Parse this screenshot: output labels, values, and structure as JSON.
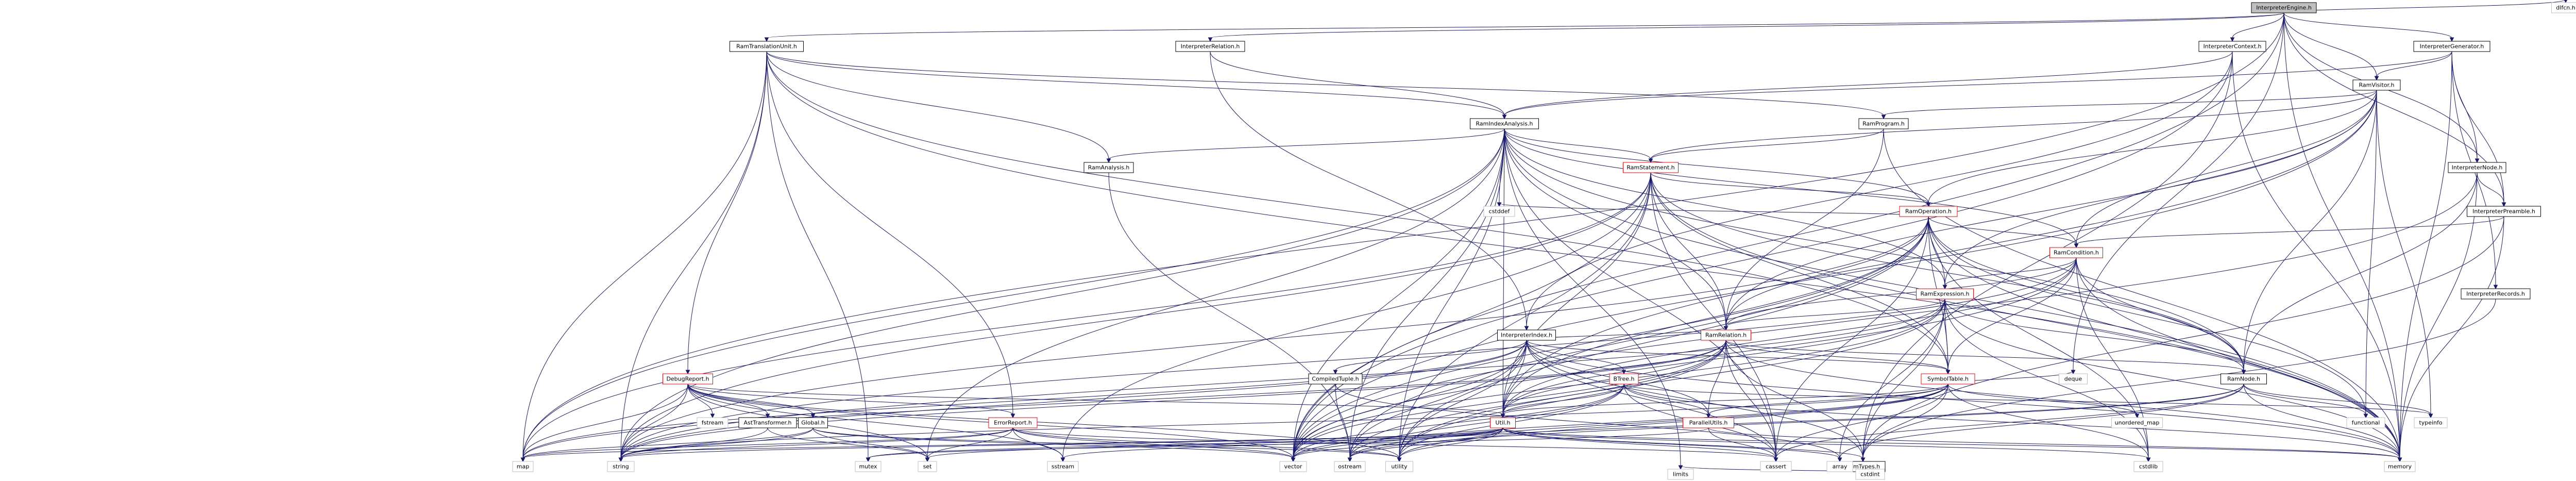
{
  "graph": {
    "nodes": [
      {
        "id": "root",
        "label": "InterpreterEngine.h",
        "kind": "root"
      },
      {
        "id": "ram_translation_unit",
        "label": "RamTranslationUnit.h",
        "kind": "internal"
      },
      {
        "id": "interpreter_relation",
        "label": "InterpreterRelation.h",
        "kind": "internal"
      },
      {
        "id": "interpreter_context",
        "label": "InterpreterContext.h",
        "kind": "internal"
      },
      {
        "id": "interpreter_generator",
        "label": "InterpreterGenerator.h",
        "kind": "internal"
      },
      {
        "id": "ram_visitor",
        "label": "RamVisitor.h",
        "kind": "internal"
      },
      {
        "id": "ram_index_analysis",
        "label": "RamIndexAnalysis.h",
        "kind": "internal"
      },
      {
        "id": "ram_program",
        "label": "RamProgram.h",
        "kind": "internal"
      },
      {
        "id": "ram_analysis",
        "label": "RamAnalysis.h",
        "kind": "internal"
      },
      {
        "id": "ram_statement",
        "label": "RamStatement.h",
        "kind": "related"
      },
      {
        "id": "ram_operation",
        "label": "RamOperation.h",
        "kind": "related"
      },
      {
        "id": "ram_condition",
        "label": "RamCondition.h",
        "kind": "related"
      },
      {
        "id": "ram_expression",
        "label": "RamExpression.h",
        "kind": "related"
      },
      {
        "id": "ram_relation",
        "label": "RamRelation.h",
        "kind": "related"
      },
      {
        "id": "interpreter_node",
        "label": "InterpreterNode.h",
        "kind": "internal"
      },
      {
        "id": "interpreter_preamble",
        "label": "InterpreterPreamble.h",
        "kind": "internal"
      },
      {
        "id": "interpreter_records",
        "label": "InterpreterRecords.h",
        "kind": "internal"
      },
      {
        "id": "interpreter_index",
        "label": "InterpreterIndex.h",
        "kind": "internal"
      },
      {
        "id": "debug_report",
        "label": "DebugReport.h",
        "kind": "related"
      },
      {
        "id": "compiled_tuple",
        "label": "CompiledTuple.h",
        "kind": "internal"
      },
      {
        "id": "btree",
        "label": "BTree.h",
        "kind": "related"
      },
      {
        "id": "symbol_table",
        "label": "SymbolTable.h",
        "kind": "related"
      },
      {
        "id": "ram_node",
        "label": "RamNode.h",
        "kind": "internal"
      },
      {
        "id": "ast_transformer",
        "label": "AstTransformer.h",
        "kind": "internal"
      },
      {
        "id": "global",
        "label": "Global.h",
        "kind": "internal"
      },
      {
        "id": "error_report",
        "label": "ErrorReport.h",
        "kind": "related"
      },
      {
        "id": "util",
        "label": "Util.h",
        "kind": "related"
      },
      {
        "id": "parallel_utils",
        "label": "ParallelUtils.h",
        "kind": "related"
      },
      {
        "id": "ram_types",
        "label": "RamTypes.h",
        "kind": "internal"
      },
      {
        "id": "dlfcn",
        "label": "dlfcn.h",
        "kind": "external"
      },
      {
        "id": "cstddef",
        "label": "cstddef",
        "kind": "external"
      },
      {
        "id": "deque",
        "label": "deque",
        "kind": "external"
      },
      {
        "id": "unordered_map",
        "label": "unordered_map",
        "kind": "external"
      },
      {
        "id": "typeinfo",
        "label": "typeinfo",
        "kind": "external"
      },
      {
        "id": "functional",
        "label": "functional",
        "kind": "external"
      },
      {
        "id": "fstream",
        "label": "fstream",
        "kind": "external"
      },
      {
        "id": "map",
        "label": "map",
        "kind": "external"
      },
      {
        "id": "string",
        "label": "string",
        "kind": "external"
      },
      {
        "id": "mutex",
        "label": "mutex",
        "kind": "external"
      },
      {
        "id": "set",
        "label": "set",
        "kind": "external"
      },
      {
        "id": "sstream",
        "label": "sstream",
        "kind": "external"
      },
      {
        "id": "vector",
        "label": "vector",
        "kind": "external"
      },
      {
        "id": "ostream",
        "label": "ostream",
        "kind": "external"
      },
      {
        "id": "utility",
        "label": "utility",
        "kind": "external"
      },
      {
        "id": "cassert",
        "label": "cassert",
        "kind": "external"
      },
      {
        "id": "array",
        "label": "array",
        "kind": "external"
      },
      {
        "id": "cstdlib",
        "label": "cstdlib",
        "kind": "external"
      },
      {
        "id": "memory",
        "label": "memory",
        "kind": "external"
      },
      {
        "id": "limits",
        "label": "limits",
        "kind": "external"
      },
      {
        "id": "cstdint",
        "label": "cstdint",
        "kind": "external"
      }
    ],
    "edges": [
      [
        "root",
        "ram_translation_unit"
      ],
      [
        "root",
        "interpreter_relation"
      ],
      [
        "root",
        "interpreter_context"
      ],
      [
        "root",
        "interpreter_generator"
      ],
      [
        "root",
        "ram_visitor"
      ],
      [
        "root",
        "interpreter_node"
      ],
      [
        "root",
        "interpreter_preamble"
      ],
      [
        "root",
        "dlfcn"
      ],
      [
        "root",
        "map"
      ],
      [
        "root",
        "vector"
      ],
      [
        "root",
        "memory"
      ],
      [
        "root",
        "deque"
      ],
      [
        "ram_translation_unit",
        "ram_index_analysis"
      ],
      [
        "ram_translation_unit",
        "ram_program"
      ],
      [
        "ram_translation_unit",
        "ram_analysis"
      ],
      [
        "ram_translation_unit",
        "debug_report"
      ],
      [
        "ram_translation_unit",
        "error_report"
      ],
      [
        "ram_translation_unit",
        "symbol_table"
      ],
      [
        "ram_translation_unit",
        "map"
      ],
      [
        "ram_translation_unit",
        "string"
      ],
      [
        "ram_translation_unit",
        "memory"
      ],
      [
        "ram_translation_unit",
        "mutex"
      ],
      [
        "interpreter_relation",
        "ram_index_analysis"
      ],
      [
        "interpreter_relation",
        "interpreter_index"
      ],
      [
        "interpreter_context",
        "ram_index_analysis"
      ],
      [
        "interpreter_context",
        "interpreter_index"
      ],
      [
        "interpreter_context",
        "ram_types"
      ],
      [
        "interpreter_context",
        "memory"
      ],
      [
        "interpreter_context",
        "vector"
      ],
      [
        "interpreter_generator",
        "ram_visitor"
      ],
      [
        "interpreter_generator",
        "interpreter_node"
      ],
      [
        "interpreter_generator",
        "interpreter_preamble"
      ],
      [
        "interpreter_generator",
        "interpreter_records"
      ],
      [
        "interpreter_generator",
        "ram_index_analysis"
      ],
      [
        "interpreter_generator",
        "memory"
      ],
      [
        "ram_visitor",
        "ram_program"
      ],
      [
        "ram_visitor",
        "ram_statement"
      ],
      [
        "ram_visitor",
        "ram_operation"
      ],
      [
        "ram_visitor",
        "ram_condition"
      ],
      [
        "ram_visitor",
        "ram_expression"
      ],
      [
        "ram_visitor",
        "ram_relation"
      ],
      [
        "ram_visitor",
        "ram_node"
      ],
      [
        "ram_visitor",
        "util"
      ],
      [
        "ram_visitor",
        "functional"
      ],
      [
        "ram_visitor",
        "typeinfo"
      ],
      [
        "ram_visitor",
        "vector"
      ],
      [
        "ram_index_analysis",
        "ram_analysis"
      ],
      [
        "ram_index_analysis",
        "ram_statement"
      ],
      [
        "ram_index_analysis",
        "ram_operation"
      ],
      [
        "ram_index_analysis",
        "ram_condition"
      ],
      [
        "ram_index_analysis",
        "ram_expression"
      ],
      [
        "ram_index_analysis",
        "ram_relation"
      ],
      [
        "ram_index_analysis",
        "ram_node"
      ],
      [
        "ram_index_analysis",
        "util"
      ],
      [
        "ram_index_analysis",
        "cstddef"
      ],
      [
        "ram_index_analysis",
        "map"
      ],
      [
        "ram_index_analysis",
        "string"
      ],
      [
        "ram_index_analysis",
        "set"
      ],
      [
        "ram_index_analysis",
        "vector"
      ],
      [
        "ram_index_analysis",
        "ostream"
      ],
      [
        "ram_index_analysis",
        "utility"
      ],
      [
        "ram_index_analysis",
        "cassert"
      ],
      [
        "ram_index_analysis",
        "memory"
      ],
      [
        "ram_index_analysis",
        "limits"
      ],
      [
        "ram_program",
        "ram_statement"
      ],
      [
        "ram_program",
        "ram_relation"
      ],
      [
        "ram_program",
        "memory"
      ],
      [
        "ram_analysis",
        "ostream"
      ],
      [
        "ram_statement",
        "ram_operation"
      ],
      [
        "ram_statement",
        "ram_relation"
      ],
      [
        "ram_statement",
        "ram_node"
      ],
      [
        "ram_statement",
        "util"
      ],
      [
        "ram_statement",
        "symbol_table"
      ],
      [
        "ram_statement",
        "vector"
      ],
      [
        "ram_statement",
        "string"
      ],
      [
        "ram_statement",
        "sstream"
      ],
      [
        "ram_statement",
        "utility"
      ],
      [
        "ram_statement",
        "memory"
      ],
      [
        "ram_statement",
        "cassert"
      ],
      [
        "ram_statement",
        "map"
      ],
      [
        "ram_operation",
        "ram_condition"
      ],
      [
        "ram_operation",
        "ram_expression"
      ],
      [
        "ram_operation",
        "ram_relation"
      ],
      [
        "ram_operation",
        "ram_node"
      ],
      [
        "ram_operation",
        "util"
      ],
      [
        "ram_operation",
        "symbol_table"
      ],
      [
        "ram_operation",
        "cstddef"
      ],
      [
        "ram_operation",
        "vector"
      ],
      [
        "ram_operation",
        "string"
      ],
      [
        "ram_operation",
        "ostream"
      ],
      [
        "ram_operation",
        "utility"
      ],
      [
        "ram_operation",
        "cassert"
      ],
      [
        "ram_operation",
        "memory"
      ],
      [
        "ram_operation",
        "cstdlib"
      ],
      [
        "ram_operation",
        "functional"
      ],
      [
        "ram_condition",
        "ram_expression"
      ],
      [
        "ram_condition",
        "ram_relation"
      ],
      [
        "ram_condition",
        "ram_node"
      ],
      [
        "ram_condition",
        "symbol_table"
      ],
      [
        "ram_condition",
        "util"
      ],
      [
        "ram_condition",
        "vector"
      ],
      [
        "ram_condition",
        "string"
      ],
      [
        "ram_condition",
        "memory"
      ],
      [
        "ram_condition",
        "cstdlib"
      ],
      [
        "ram_expression",
        "ram_relation"
      ],
      [
        "ram_expression",
        "ram_node"
      ],
      [
        "ram_expression",
        "ram_types"
      ],
      [
        "ram_expression",
        "symbol_table"
      ],
      [
        "ram_expression",
        "util"
      ],
      [
        "ram_expression",
        "array"
      ],
      [
        "ram_expression",
        "vector"
      ],
      [
        "ram_expression",
        "string"
      ],
      [
        "ram_expression",
        "utility"
      ],
      [
        "ram_expression",
        "memory"
      ],
      [
        "ram_expression",
        "cstdlib"
      ],
      [
        "ram_relation",
        "ram_node"
      ],
      [
        "ram_relation",
        "ram_types"
      ],
      [
        "ram_relation",
        "symbol_table"
      ],
      [
        "ram_relation",
        "util"
      ],
      [
        "ram_relation",
        "parallel_utils"
      ],
      [
        "ram_relation",
        "vector"
      ],
      [
        "ram_relation",
        "string"
      ],
      [
        "ram_relation",
        "map"
      ],
      [
        "ram_relation",
        "ostream"
      ],
      [
        "ram_relation",
        "utility"
      ],
      [
        "ram_relation",
        "cassert"
      ],
      [
        "ram_relation",
        "memory"
      ],
      [
        "interpreter_node",
        "interpreter_preamble"
      ],
      [
        "interpreter_node",
        "ram_node"
      ],
      [
        "interpreter_node",
        "memory"
      ],
      [
        "interpreter_node",
        "vector"
      ],
      [
        "interpreter_preamble",
        "ram_condition"
      ],
      [
        "interpreter_preamble",
        "ram_types"
      ],
      [
        "interpreter_preamble",
        "memory"
      ],
      [
        "interpreter_records",
        "ram_types"
      ],
      [
        "interpreter_index",
        "compiled_tuple"
      ],
      [
        "interpreter_index",
        "btree"
      ],
      [
        "interpreter_index",
        "ram_types"
      ],
      [
        "interpreter_index",
        "util"
      ],
      [
        "interpreter_index",
        "parallel_utils"
      ],
      [
        "interpreter_index",
        "ram_relation"
      ],
      [
        "interpreter_index",
        "symbol_table"
      ],
      [
        "interpreter_index",
        "memory"
      ],
      [
        "interpreter_index",
        "vector"
      ],
      [
        "interpreter_index",
        "string"
      ],
      [
        "interpreter_index",
        "map"
      ],
      [
        "interpreter_index",
        "ostream"
      ],
      [
        "interpreter_index",
        "cassert"
      ],
      [
        "interpreter_index",
        "utility"
      ],
      [
        "debug_report",
        "ast_transformer"
      ],
      [
        "debug_report",
        "global"
      ],
      [
        "debug_report",
        "error_report"
      ],
      [
        "debug_report",
        "util"
      ],
      [
        "debug_report",
        "fstream"
      ],
      [
        "debug_report",
        "map"
      ],
      [
        "debug_report",
        "string"
      ],
      [
        "debug_report",
        "set"
      ],
      [
        "debug_report",
        "sstream"
      ],
      [
        "debug_report",
        "vector"
      ],
      [
        "debug_report",
        "utility"
      ],
      [
        "compiled_tuple",
        "ostream"
      ],
      [
        "compiled_tuple",
        "array"
      ],
      [
        "btree",
        "parallel_utils"
      ],
      [
        "btree",
        "util"
      ],
      [
        "btree",
        "vector"
      ],
      [
        "btree",
        "ostream"
      ],
      [
        "btree",
        "utility"
      ],
      [
        "btree",
        "cassert"
      ],
      [
        "btree",
        "memory"
      ],
      [
        "btree",
        "typeinfo"
      ],
      [
        "symbol_table",
        "parallel_utils"
      ],
      [
        "symbol_table",
        "ram_types"
      ],
      [
        "symbol_table",
        "util"
      ],
      [
        "symbol_table",
        "deque"
      ],
      [
        "symbol_table",
        "unordered_map"
      ],
      [
        "symbol_table",
        "vector"
      ],
      [
        "symbol_table",
        "string"
      ],
      [
        "symbol_table",
        "ostream"
      ],
      [
        "symbol_table",
        "cassert"
      ],
      [
        "symbol_table",
        "cstdlib"
      ],
      [
        "symbol_table",
        "utility"
      ],
      [
        "ram_node",
        "functional"
      ],
      [
        "ram_node",
        "typeinfo"
      ],
      [
        "ram_node",
        "vector"
      ],
      [
        "ram_node",
        "ostream"
      ],
      [
        "ram_node",
        "cassert"
      ],
      [
        "ram_node",
        "memory"
      ],
      [
        "ram_node",
        "array"
      ],
      [
        "ast_transformer",
        "set"
      ],
      [
        "ast_transformer",
        "string"
      ],
      [
        "global",
        "map"
      ],
      [
        "global",
        "vector"
      ],
      [
        "global",
        "string"
      ],
      [
        "global",
        "set"
      ],
      [
        "global",
        "utility"
      ],
      [
        "error_report",
        "set"
      ],
      [
        "error_report",
        "string"
      ],
      [
        "error_report",
        "vector"
      ],
      [
        "error_report",
        "sstream"
      ],
      [
        "error_report",
        "map"
      ],
      [
        "error_report",
        "cassert"
      ],
      [
        "error_report",
        "utility"
      ],
      [
        "util",
        "ram_types"
      ],
      [
        "util",
        "map"
      ],
      [
        "util",
        "string"
      ],
      [
        "util",
        "mutex"
      ],
      [
        "util",
        "set"
      ],
      [
        "util",
        "sstream"
      ],
      [
        "util",
        "vector"
      ],
      [
        "util",
        "ostream"
      ],
      [
        "util",
        "utility"
      ],
      [
        "util",
        "cassert"
      ],
      [
        "util",
        "memory"
      ],
      [
        "util",
        "cstdlib"
      ],
      [
        "util",
        "array"
      ],
      [
        "parallel_utils",
        "mutex"
      ],
      [
        "parallel_utils",
        "cassert"
      ],
      [
        "parallel_utils",
        "memory"
      ],
      [
        "ram_types",
        "cstdint"
      ],
      [
        "ram_types",
        "limits"
      ]
    ]
  }
}
